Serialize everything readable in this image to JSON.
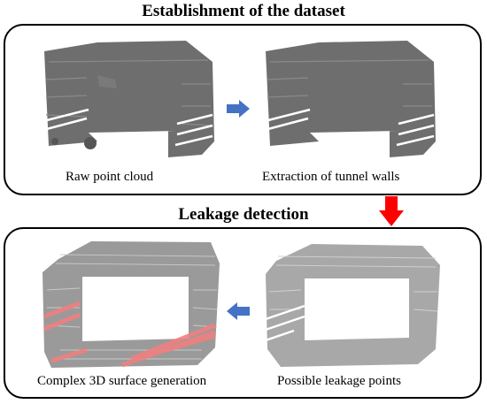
{
  "top_section": {
    "title": "Establishment of the dataset",
    "steps": [
      {
        "caption": "Raw point cloud"
      },
      {
        "caption": "Extraction of tunnel walls"
      }
    ]
  },
  "bottom_section": {
    "title": "Leakage detection",
    "steps": [
      {
        "caption": "Complex 3D surface generation"
      },
      {
        "caption": "Possible leakage points"
      }
    ]
  },
  "colors": {
    "flow_arrow": "#4472c4",
    "transition_arrow": "#ff0000",
    "point_cloud": "#6e6e6e",
    "light_point_cloud": "#a8a8a8",
    "leakage_highlight": "#f08080"
  }
}
